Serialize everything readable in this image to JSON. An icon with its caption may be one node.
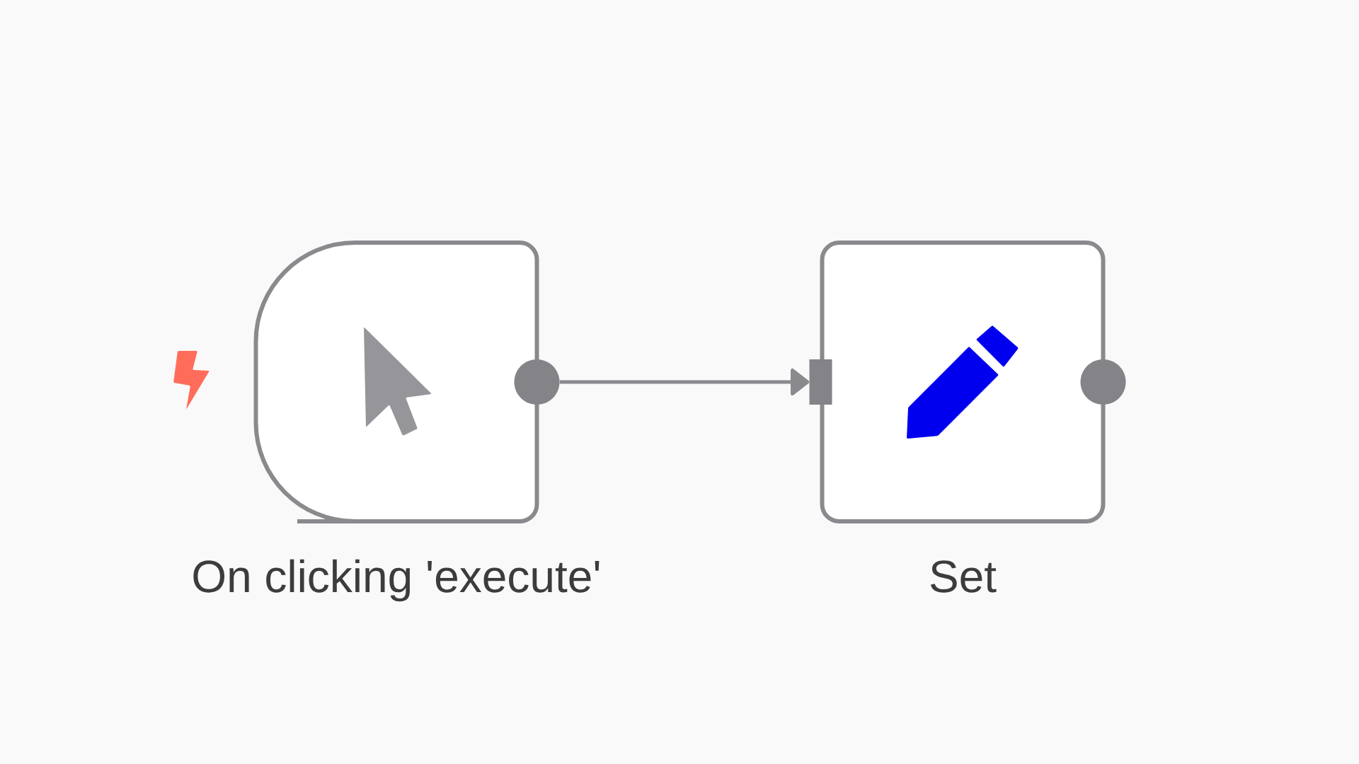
{
  "diagram": {
    "nodes": [
      {
        "text": [
          "On clicking 'execute'"
        ]
      },
      {
        "text": [
          "Set"
        ]
      }
    ],
    "edges": [
      {
        "from": 0,
        "to": 1,
        "arrow": "to"
      }
    ]
  }
}
